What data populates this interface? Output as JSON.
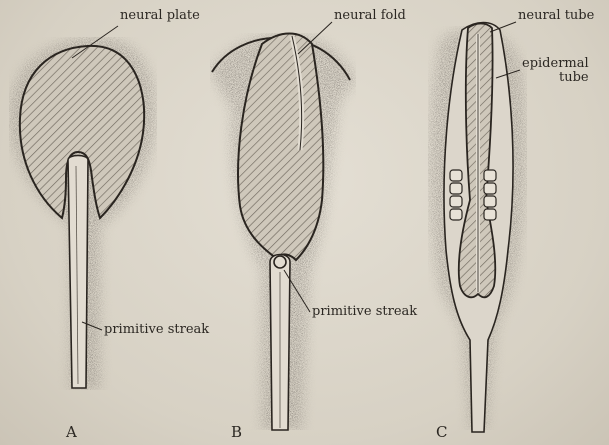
{
  "figure": {
    "labels": {
      "neural_plate": "neural plate",
      "neural_fold": "neural fold",
      "neural_tube": "neural tube",
      "epidermal_line1": "epidermal",
      "epidermal_line2": "tube",
      "primitive_streak_a": "primitive streak",
      "primitive_streak_b": "primitive streak"
    },
    "panels": [
      {
        "letter": "A"
      },
      {
        "letter": "B"
      },
      {
        "letter": "C"
      }
    ],
    "colors": {
      "ink": "#2b2722",
      "paper": "#e0dacf",
      "hatch": "#7e776c"
    }
  }
}
